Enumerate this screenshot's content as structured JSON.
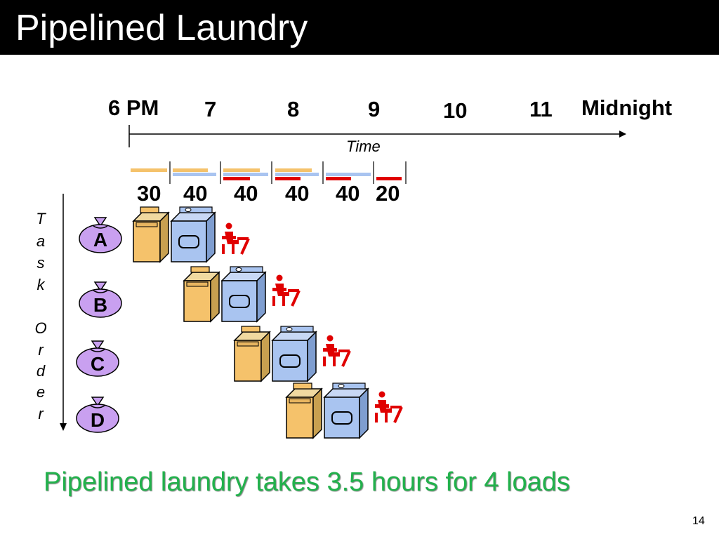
{
  "title": "Pipelined Laundry",
  "timeline": {
    "hours": [
      "6 PM",
      "7",
      "8",
      "9",
      "10",
      "11",
      "Midnight"
    ],
    "axis_label": "Time",
    "durations": [
      "30",
      "40",
      "40",
      "40",
      "40",
      "20"
    ]
  },
  "task_order_label": [
    "T",
    "a",
    "s",
    "k",
    "O",
    "r",
    "d",
    "e",
    "r"
  ],
  "tasks": [
    "A",
    "B",
    "C",
    "D"
  ],
  "summary": "Pipelined laundry takes 3.5 hours for 4 loads",
  "page_number": "14",
  "colors": {
    "washer": "#f5c26b",
    "dryer": "#a9c4f0",
    "folder": "#e00000",
    "bag": "#c9a0f0",
    "summary_text": "#22b14c"
  }
}
